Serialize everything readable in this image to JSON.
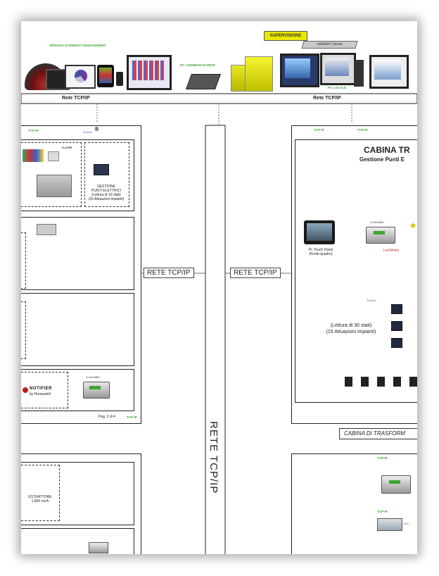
{
  "header": {
    "energy_label": "SERVIZIO DI ENERGY MANAGEMENT",
    "supervisione_label": "SUPERVISIONE",
    "arena_label": "ARENA²² Server",
    "pc_connessi_label": "PC CONNESSI IN RETE",
    "pc_locale_label": "PC LOCALE",
    "rete_left": "Rete TCP/IP",
    "rete_right": "Rete TCP/IP"
  },
  "left_panel": {
    "tcp_label": "TCP-IP",
    "daln_label": "D-ALN",
    "cloper_label": "CLOPER",
    "gestione_title": "GESTIONE",
    "gestione_line2": "PUNTI ELETTRICI",
    "gestione_line3": "(Lettura di 16 stati)",
    "gestione_line4": "(16 Attuazioni impianti)",
    "notifier_label": "NOTIFIER",
    "honeywell_label": "by Honeywell",
    "page_label": "Pag. 2 di 4",
    "tcp_bottom": "TCP-IP",
    "clx_label": "CLAXHAWK..."
  },
  "center": {
    "rete_left_box": "RETE TCP/IP",
    "rete_right_box": "RETE TCP/IP",
    "rete_vertical": "RETE TCP/IP"
  },
  "right_panel": {
    "tcp1": "TCP-IP",
    "tcp2": "TCP-IP",
    "title": "CABINA TR",
    "subtitle": "Gestione Punti E",
    "claxhawk": "CLAXHAWK...",
    "touch_line1": "Pc Touch Panel",
    "touch_line2": "(fronte quadro)",
    "lonworks": "LonWorks",
    "daln": "D-ALN",
    "lettura_line1": "(Lettura di 30 stati)",
    "lettura_line2": "(15 Attuazioni impianti)",
    "cabina_label": "CABINA DI TRASFORM"
  },
  "bottom_left": {
    "estrattore_title": "ESTRATTORE",
    "estrattore_flow": "1.800 mc/h"
  },
  "bottom_right": {
    "tcp_label": "TCP-IP",
    "tcp_label2": "TCP-IP",
    "clf_label": "CLF-..."
  },
  "colors": {
    "green": "#3fa535",
    "yellow_tag": "#e8e800",
    "blue_line": "#1f4fa0",
    "red_line": "#e02020",
    "yellow_line": "#e8d800"
  }
}
